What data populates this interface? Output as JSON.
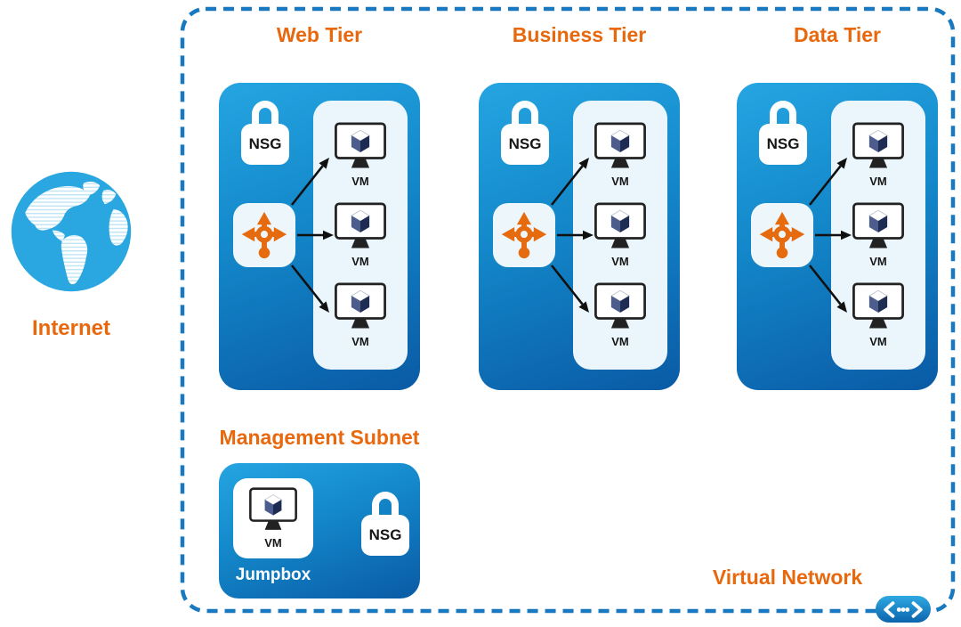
{
  "colors": {
    "label_orange": "#E8680E",
    "vnet_border_blue": "#1879C0",
    "subnet_gradient_top": "#25A5E2",
    "subnet_gradient_bottom": "#0A5AA5",
    "panel_light": "#EAF6FB",
    "globe_blue": "#2AA7E0",
    "load_balancer_orange": "#E66A0E",
    "cube_dark_face": "#1E2B52",
    "cube_mid_face": "#4C5C8C",
    "arrow_black": "#101010"
  },
  "icons": {
    "internet": "globe-icon",
    "nsg": "padlock-icon",
    "load_balancer": "cross-arrows-icon",
    "vm": "monitor-cube-icon",
    "virtual_network": "chevron-dots-icon"
  },
  "internet": {
    "label": "Internet"
  },
  "virtual_network": {
    "label": "Virtual Network",
    "tiers": [
      {
        "label": "Web Tier",
        "nsg": "NSG",
        "vms": [
          "VM",
          "VM",
          "VM"
        ]
      },
      {
        "label": "Business Tier",
        "nsg": "NSG",
        "vms": [
          "VM",
          "VM",
          "VM"
        ]
      },
      {
        "label": "Data Tier",
        "nsg": "NSG",
        "vms": [
          "VM",
          "VM",
          "VM"
        ]
      }
    ],
    "management_subnet": {
      "label": "Management Subnet",
      "jumpbox": {
        "vm_label": "VM",
        "label": "Jumpbox"
      },
      "nsg": "NSG"
    }
  }
}
